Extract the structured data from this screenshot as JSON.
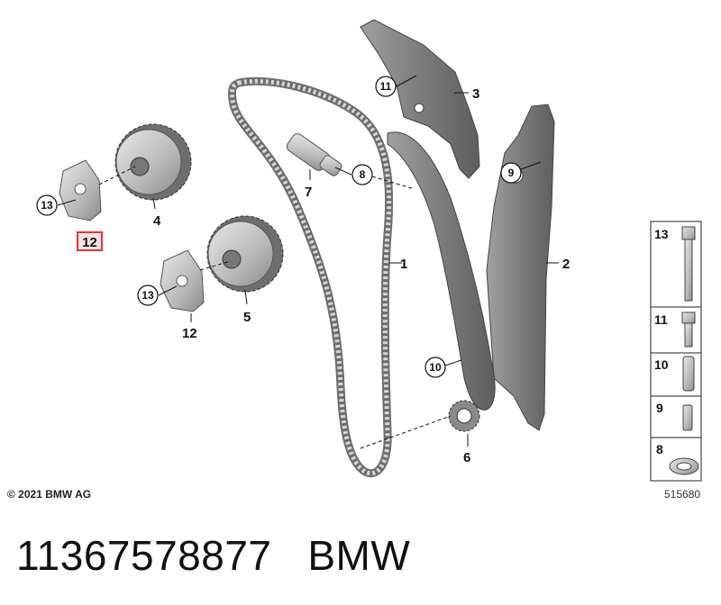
{
  "callouts": {
    "c1": "1",
    "c2": "2",
    "c3": "3",
    "c4": "4",
    "c5": "5",
    "c6": "6",
    "c7": "7",
    "c8": "8",
    "c9": "9",
    "c10": "10",
    "c11": "11",
    "c12a": "12",
    "c12b": "12",
    "c13a": "13",
    "c13b": "13"
  },
  "legend": {
    "items": [
      "13",
      "11",
      "10",
      "9",
      "8"
    ]
  },
  "copyright": "© 2021 BMW AG",
  "diagram_code": "515680",
  "caption": {
    "part_number": "11367578877",
    "brand": "BMW"
  },
  "colors": {
    "highlight_box": "#e0363a",
    "part_fill": "#c8c8c8",
    "part_dark": "#8a8a8a"
  }
}
